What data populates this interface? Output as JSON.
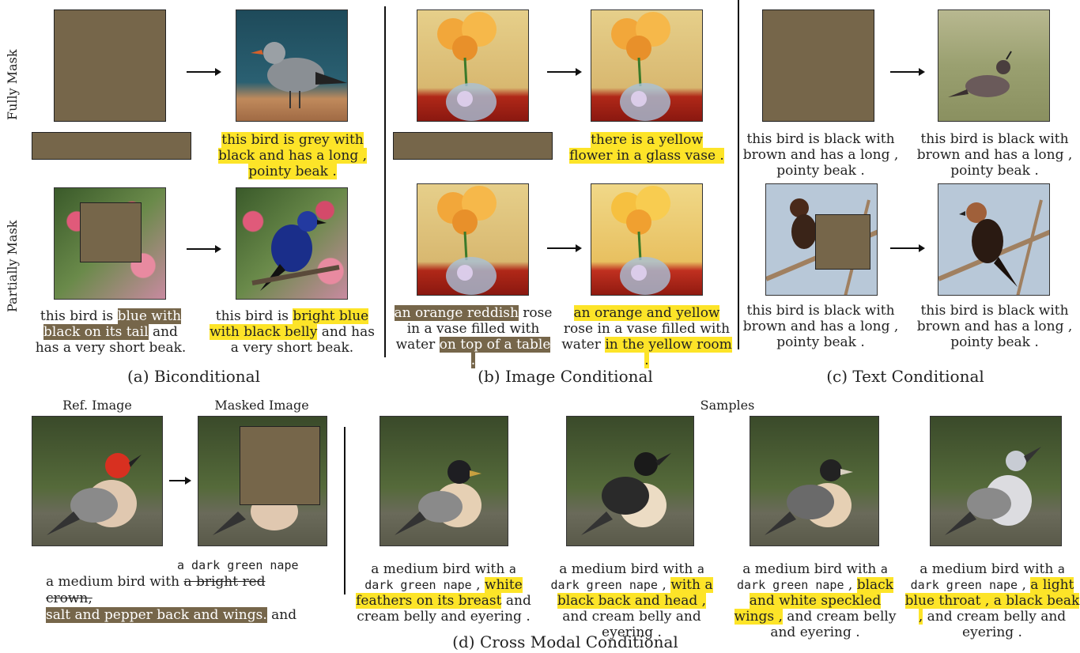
{
  "row_labels": {
    "fully": "Fully Mask",
    "partially": "Partially Mask"
  },
  "sections": {
    "a": "(a) Biconditional",
    "b": "(b) Image Conditional",
    "c": "(c) Text Conditional",
    "d": "(d) Cross Modal Conditional"
  },
  "a": {
    "top_caption": "this bird is grey with black and has a long , pointy beak .",
    "in_pre": "this bird is ",
    "in_dk": "blue with black on its tail",
    "in_post": " and has a very short beak.",
    "out_pre": "this bird is ",
    "out_hl": "bright blue with black belly",
    "out_post": " and has a very short beak."
  },
  "b": {
    "top_caption": "there is a yellow flower in a glass vase .",
    "in_dk1": "an orange reddish",
    "in_mid": " rose in a vase filled with water ",
    "in_dk2": "on top of a table .",
    "out_hl1": "an orange and yellow",
    "out_mid": " rose in a vase filled with water ",
    "out_hl2": "in the yellow room ."
  },
  "c": {
    "cap1": "this bird is black with brown and has a long , pointy beak .",
    "cap2": "this bird is black with brown and has a long , pointy beak .",
    "cap3": "this bird is black with brown and has a long , pointy beak .",
    "cap4": "this bird is black with brown and has a long , pointy beak ."
  },
  "d": {
    "ref_label": "Ref. Image",
    "masked_label": "Masked Image",
    "samples_label": "Samples",
    "ref_hand": "a dark green nape",
    "ref_pre": "a medium bird with ",
    "ref_strike": "a bright red crown,",
    "ref_dk": "salt and pepper back and wings.",
    "ref_post": " and",
    "samples": [
      {
        "pre": "a medium bird with ",
        "hand": "a dark green nape",
        "mid": " , ",
        "hl": "white feathers on its breast",
        "post": " and cream belly and eyering ."
      },
      {
        "pre": "a medium bird with ",
        "hand": "a dark green nape",
        "mid": " , ",
        "hl": "with a black back and head ,",
        "post": " and cream belly and eyering ."
      },
      {
        "pre": "a medium bird with ",
        "hand": "a dark green nape",
        "mid": " , ",
        "hl": "black and white speckled wings ,",
        "post": " and cream belly and eyering ."
      },
      {
        "pre": "a medium bird with ",
        "hand": "a dark green nape",
        "mid": " , ",
        "hl": "a light blue throat , a black beak ,",
        "post": " and cream belly and eyering ."
      }
    ]
  },
  "colors": {
    "mask": "#76664a",
    "highlight": "#fde428"
  }
}
